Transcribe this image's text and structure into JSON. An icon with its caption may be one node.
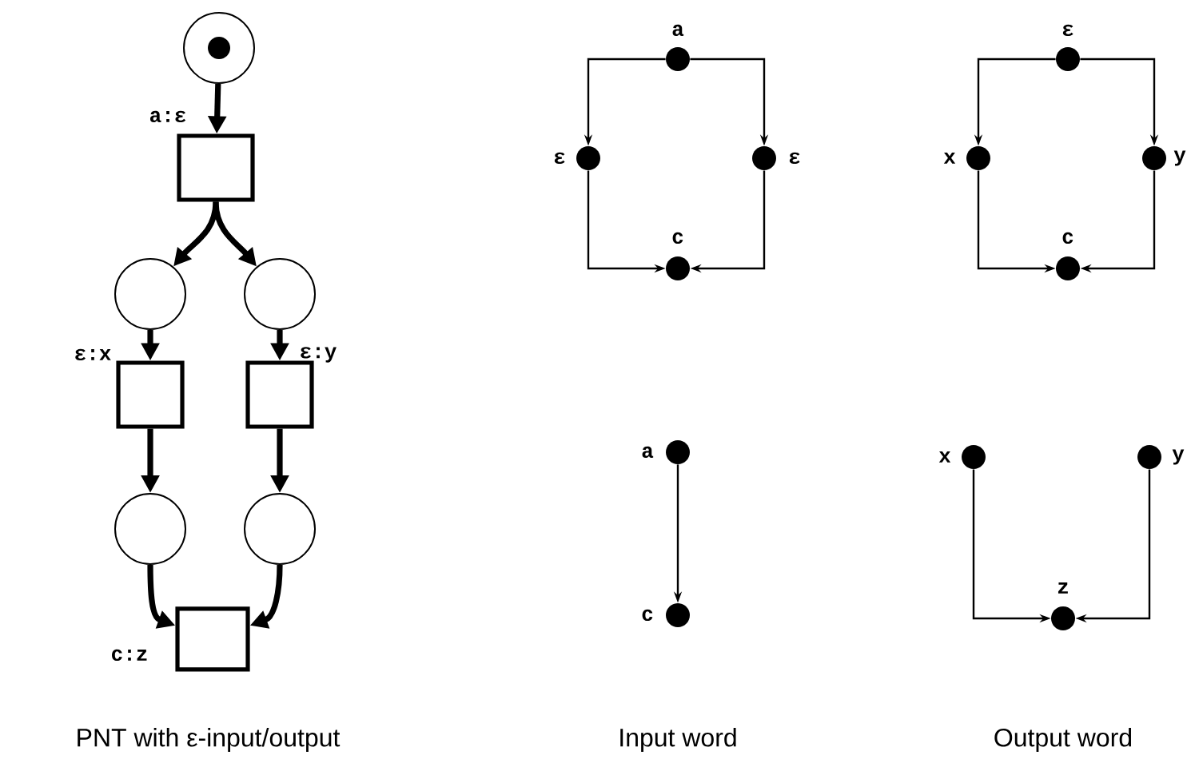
{
  "diagram": {
    "nodes": [
      {
        "text": [],
        "shape": "circle"
      },
      {
        "text": [],
        "shape": "box",
        "beside": [
          "a:ε"
        ]
      },
      {
        "text": [],
        "shape": "circle"
      },
      {
        "text": [],
        "shape": "circle"
      },
      {
        "text": [],
        "shape": "box",
        "beside": [
          "ε:x"
        ]
      },
      {
        "text": [],
        "shape": "box",
        "beside": [
          "ε:y"
        ]
      },
      {
        "text": [],
        "shape": "circle"
      },
      {
        "text": [],
        "shape": "circle"
      },
      {
        "text": [],
        "shape": "box",
        "beside": [
          "c:z"
        ]
      },
      {
        "text": [],
        "shape": "dot",
        "beside": [
          "a"
        ]
      },
      {
        "text": [],
        "shape": "dot",
        "beside": [
          "ε"
        ]
      },
      {
        "text": [],
        "shape": "dot",
        "beside": [
          "ε"
        ]
      },
      {
        "text": [],
        "shape": "dot",
        "beside": [
          "c"
        ]
      },
      {
        "text": [],
        "shape": "dot",
        "beside": [
          "ε"
        ]
      },
      {
        "text": [],
        "shape": "dot",
        "beside": [
          "x"
        ]
      },
      {
        "text": [],
        "shape": "dot",
        "beside": [
          "y"
        ]
      },
      {
        "text": [],
        "shape": "dot",
        "beside": [
          "c"
        ]
      },
      {
        "text": [],
        "shape": "dot",
        "beside": [
          "a"
        ]
      },
      {
        "text": [],
        "shape": "dot",
        "beside": [
          "c"
        ]
      },
      {
        "text": [],
        "shape": "dot",
        "beside": [
          "x"
        ]
      },
      {
        "text": [],
        "shape": "dot",
        "beside": [
          "y"
        ]
      },
      {
        "text": [],
        "shape": "dot",
        "beside": [
          "z"
        ]
      }
    ],
    "edges": [
      {
        "from": 0,
        "to": 1,
        "arrow": "to",
        "style": "thick"
      },
      {
        "from": 1,
        "to": 2,
        "arrow": "to",
        "style": "thick"
      },
      {
        "from": 1,
        "to": 3,
        "arrow": "to",
        "style": "thick"
      },
      {
        "from": 2,
        "to": 4,
        "arrow": "to",
        "style": "thick"
      },
      {
        "from": 3,
        "to": 5,
        "arrow": "to",
        "style": "thick"
      },
      {
        "from": 4,
        "to": 6,
        "arrow": "to",
        "style": "thick"
      },
      {
        "from": 5,
        "to": 7,
        "arrow": "to",
        "style": "thick"
      },
      {
        "from": 6,
        "to": 8,
        "arrow": "to",
        "style": "thick"
      },
      {
        "from": 7,
        "to": 8,
        "arrow": "to",
        "style": "thick"
      },
      {
        "from": 9,
        "to": 10,
        "arrow": "to"
      },
      {
        "from": 9,
        "to": 11,
        "arrow": "to"
      },
      {
        "from": 10,
        "to": 12,
        "arrow": "to"
      },
      {
        "from": 11,
        "to": 12,
        "arrow": "to"
      },
      {
        "from": 13,
        "to": 14,
        "arrow": "to"
      },
      {
        "from": 13,
        "to": 15,
        "arrow": "to"
      },
      {
        "from": 14,
        "to": 16,
        "arrow": "to"
      },
      {
        "from": 15,
        "to": 16,
        "arrow": "to"
      },
      {
        "from": 17,
        "to": 18,
        "arrow": "to"
      },
      {
        "from": 19,
        "to": 21,
        "arrow": "to"
      },
      {
        "from": 20,
        "to": 21,
        "arrow": "to"
      }
    ],
    "labels": [
      "PNT with ε-input/output",
      "Input word",
      "Output word"
    ]
  }
}
